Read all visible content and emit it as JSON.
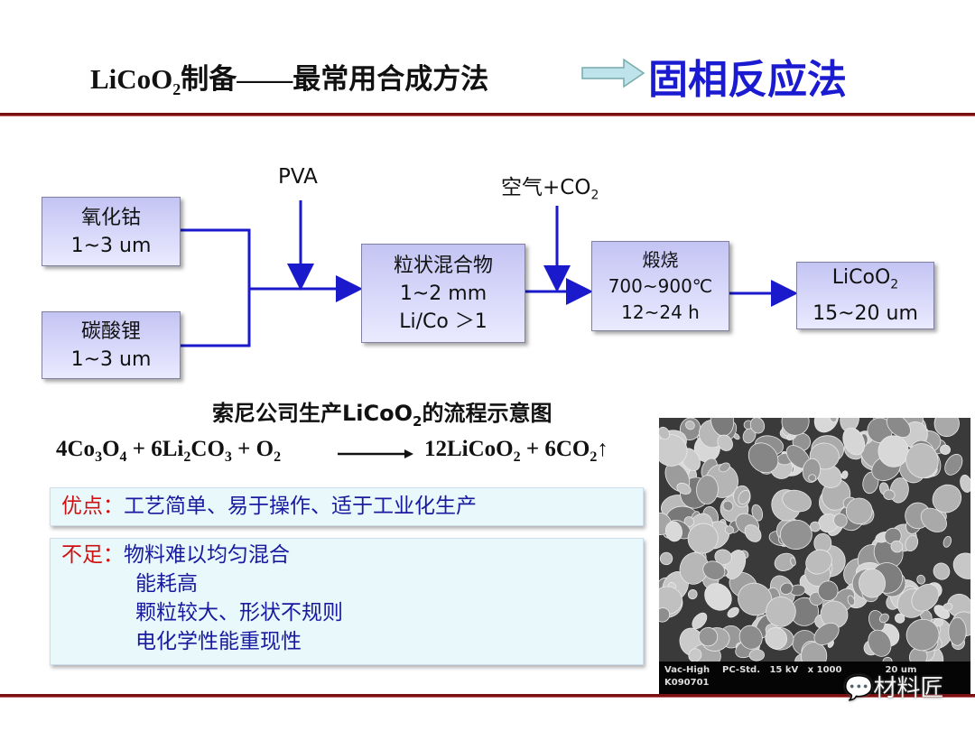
{
  "header": {
    "title_pre": "LiCoO",
    "title_sub": "2",
    "title_post": "制备——最常用合成方法",
    "highlight": "固相反应法",
    "arrow_color": "#bfe3ea"
  },
  "diagram": {
    "box1": {
      "line1": "氧化钴",
      "line2": "1~3 um"
    },
    "box2": {
      "line1": "碳酸锂",
      "line2": "1~3 um"
    },
    "pva": "PVA",
    "air": {
      "pre": "空气+CO",
      "sub": "2"
    },
    "box3": {
      "line1": "粒状混合物",
      "line2": "1~2 mm",
      "line3": "Li/Co ＞1"
    },
    "box4": {
      "line1": "煅烧",
      "line2": "700~900℃",
      "line3": "12~24 h"
    },
    "box5": {
      "pre": "LiCoO",
      "sub": "2",
      "line2": "15~20 um"
    },
    "line_color": "#1a1acc"
  },
  "caption": {
    "pre": "索尼公司生产LiCoO",
    "sub": "2",
    "post": "的流程示意图"
  },
  "equation": {
    "left": [
      [
        "4Co",
        ""
      ],
      [
        "3",
        1
      ],
      [
        "O",
        ""
      ],
      [
        "4",
        1
      ],
      [
        " + 6Li",
        ""
      ],
      [
        "2",
        1
      ],
      [
        "CO",
        ""
      ],
      [
        "3",
        1
      ],
      [
        " + O",
        ""
      ],
      [
        "2",
        1
      ]
    ],
    "right": [
      [
        "12LiCoO",
        ""
      ],
      [
        "2",
        1
      ],
      [
        " + 6CO",
        ""
      ],
      [
        "2",
        1
      ],
      [
        "↑",
        ""
      ]
    ]
  },
  "advantages": {
    "label": "优点：",
    "text": "工艺简单、易于操作、适于工业化生产"
  },
  "disadvantages": {
    "label": "不足：",
    "items": [
      "物料难以均匀混合",
      "能耗高",
      "颗粒较大、形状不规则",
      "电化学性能重现性"
    ]
  },
  "sem": {
    "info": "Vac-High    PC-Std.   15 kV   x 1000",
    "scale": "20 um",
    "id": "K090701"
  },
  "watermark": "材料匠"
}
